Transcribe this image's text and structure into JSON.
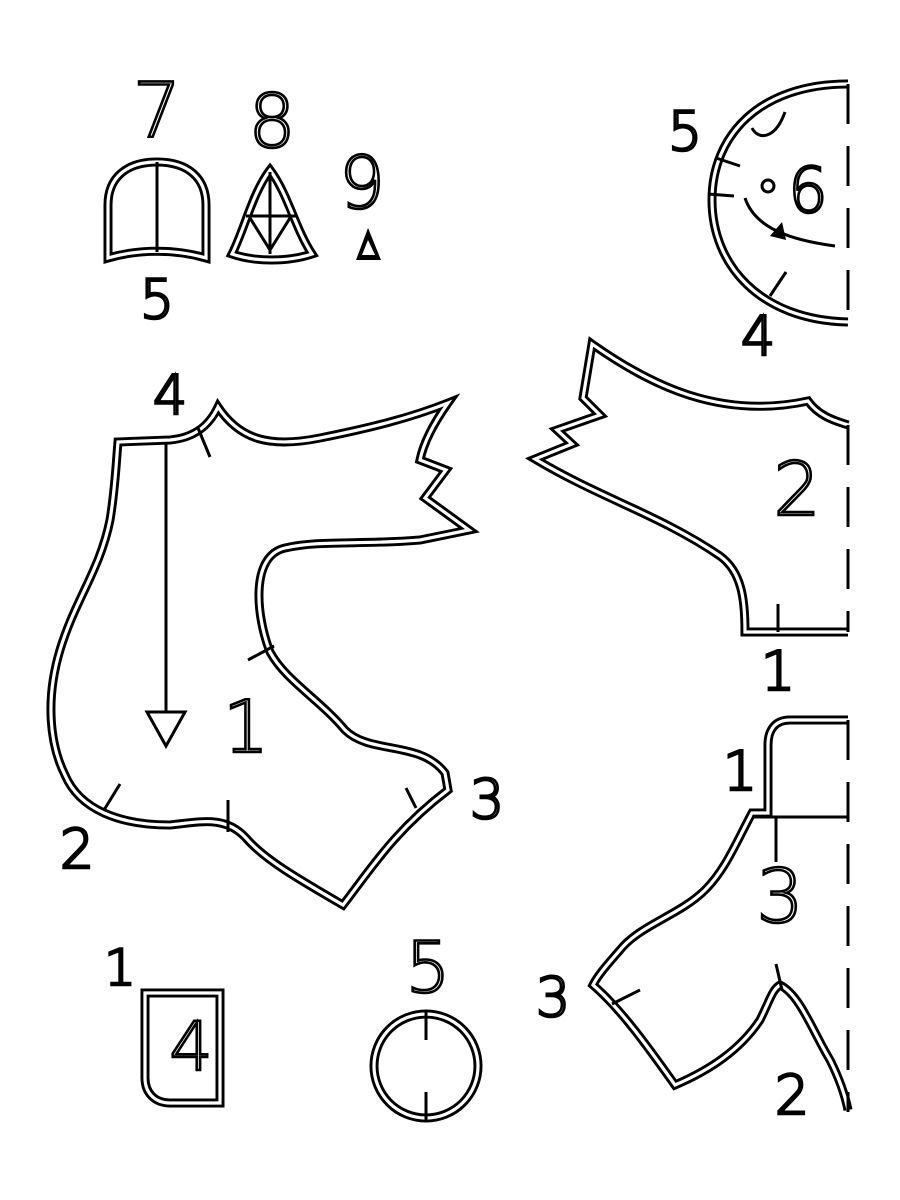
{
  "labels": {
    "piece7": "7",
    "piece7_join": "5",
    "piece8": "8",
    "piece9": "9",
    "piece6": "6",
    "piece6_join5": "5",
    "piece6_join4": "4",
    "piece1": "1",
    "piece1_join4": "4",
    "piece1_join2": "2",
    "piece1_join3": "3",
    "piece2": "2",
    "piece2_join1": "1",
    "piece3": "3",
    "piece3_join1": "1",
    "piece3_join3": "3",
    "piece3_join2": "2",
    "piece4": "4",
    "piece4_join1": "1",
    "piece5": "5"
  }
}
